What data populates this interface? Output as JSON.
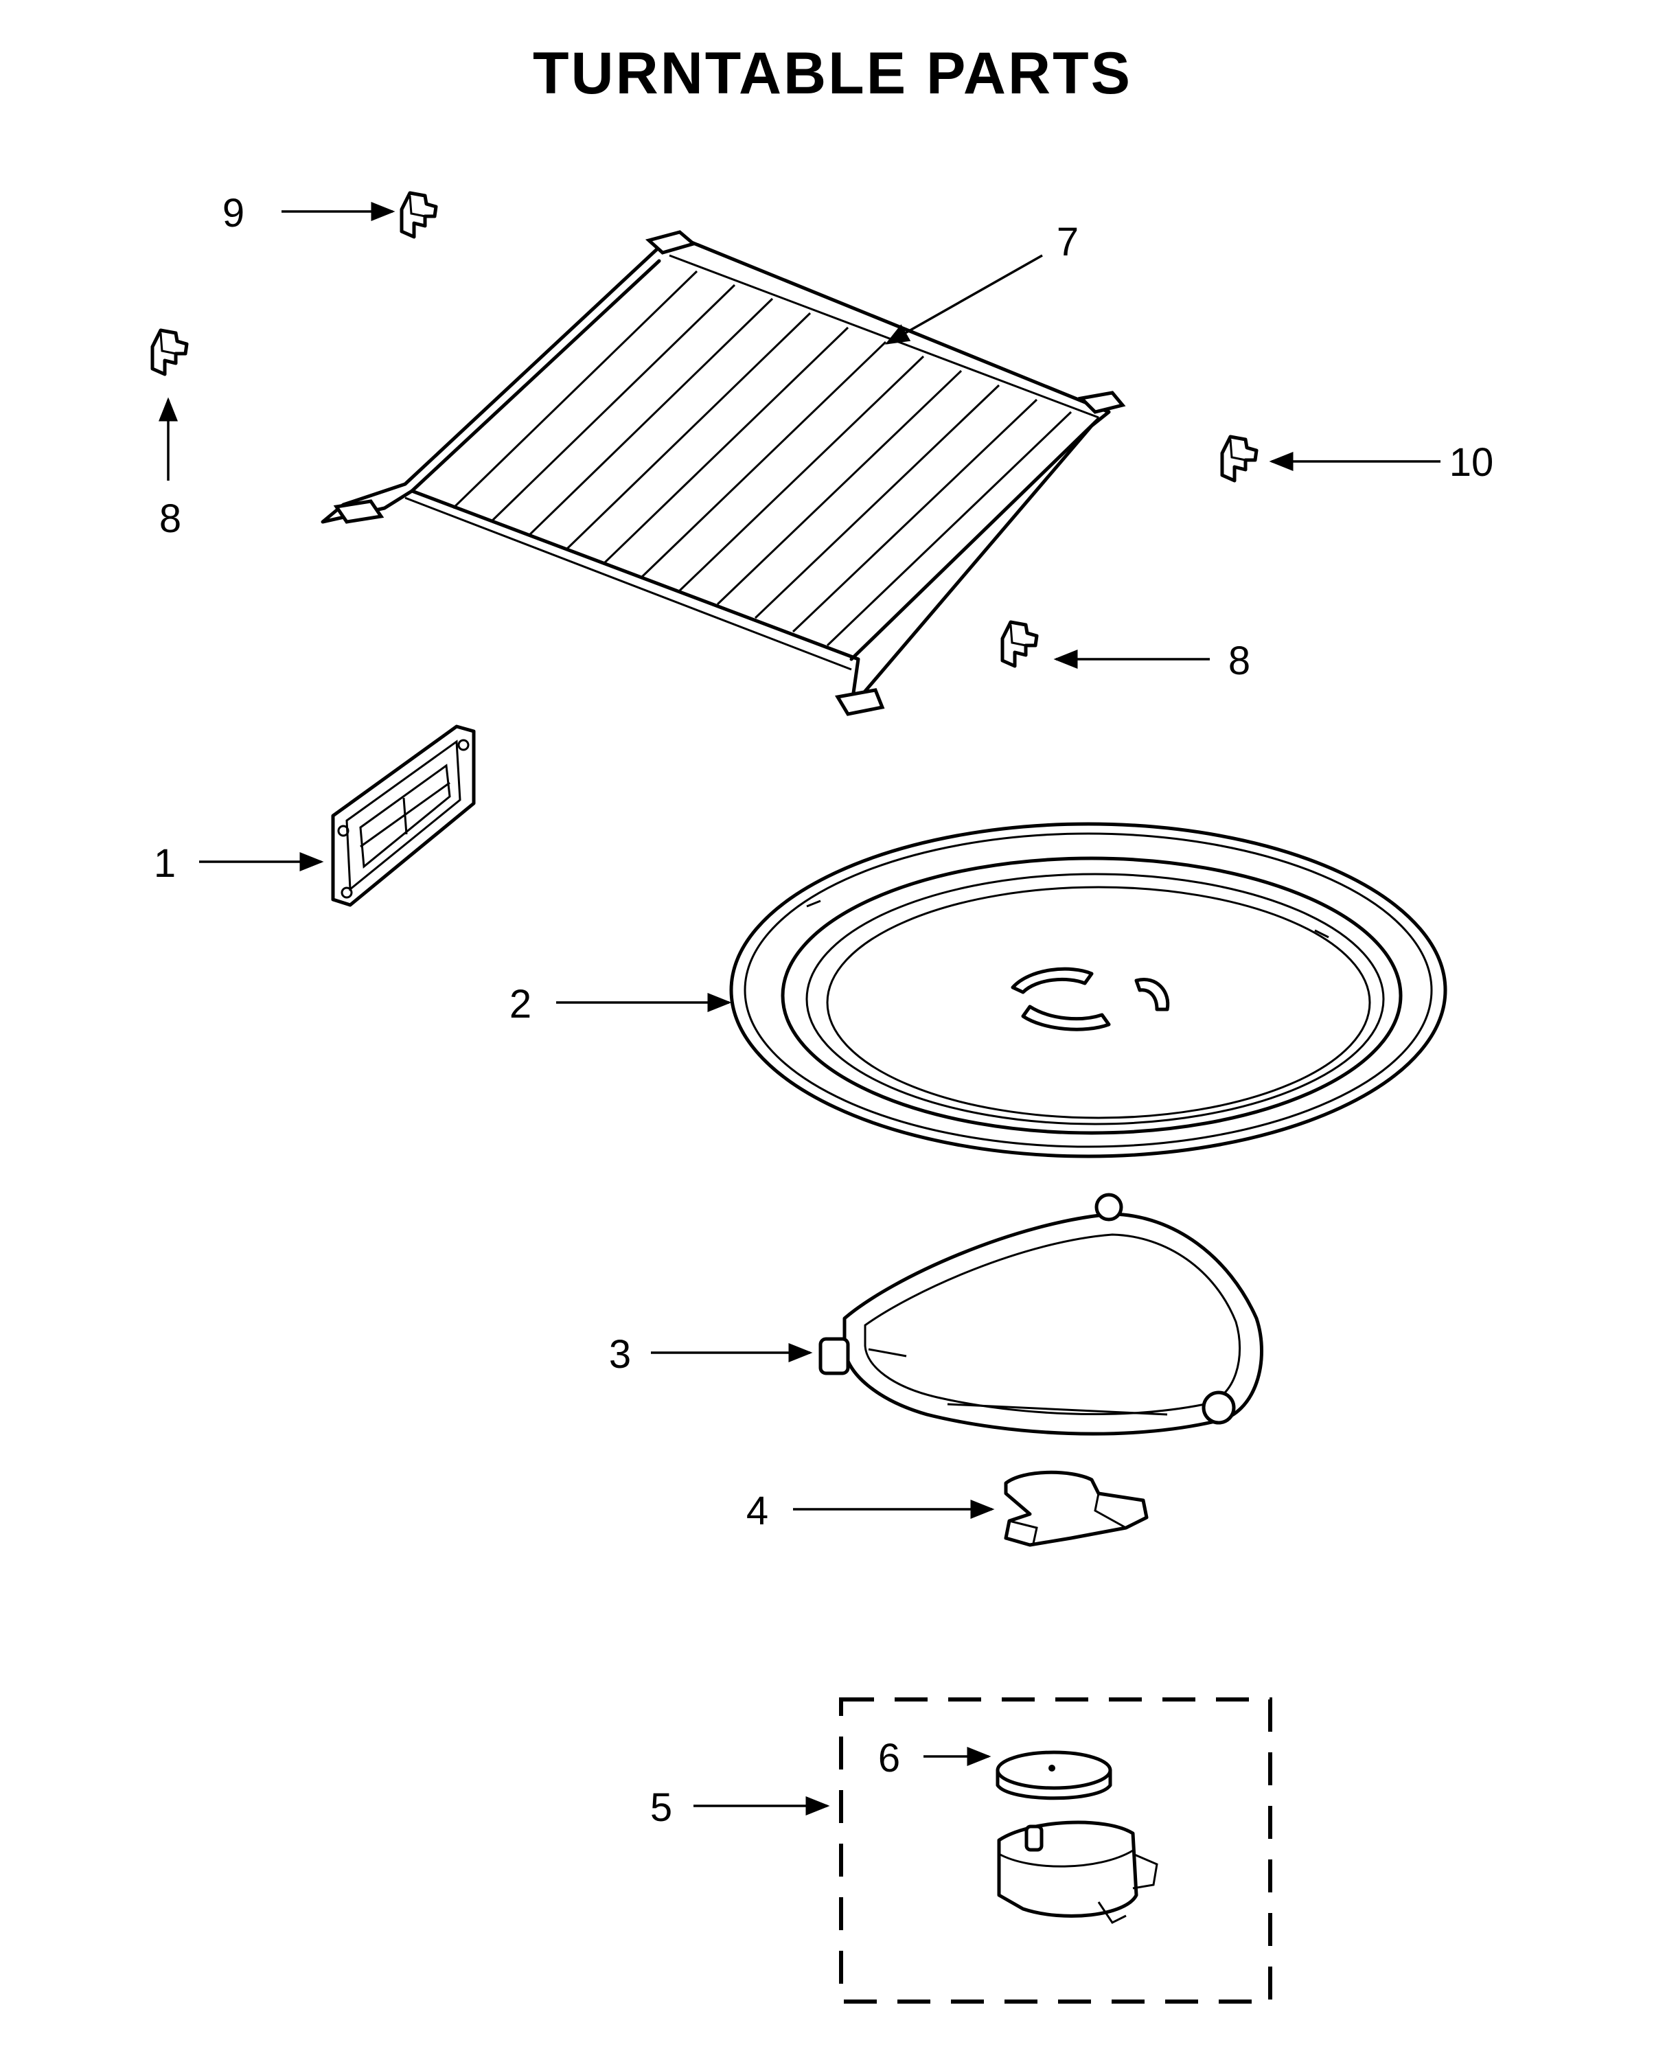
{
  "title": "TURNTABLE PARTS",
  "callouts": [
    {
      "id": "c9",
      "label": "9",
      "part": 9
    },
    {
      "id": "c7",
      "label": "7",
      "part": 7
    },
    {
      "id": "c8a",
      "label": "8",
      "part": 8
    },
    {
      "id": "c10",
      "label": "10",
      "part": 10
    },
    {
      "id": "c8b",
      "label": "8",
      "part": 8
    },
    {
      "id": "c1",
      "label": "1",
      "part": 1
    },
    {
      "id": "c2",
      "label": "2",
      "part": 2
    },
    {
      "id": "c3",
      "label": "3",
      "part": 3
    },
    {
      "id": "c4",
      "label": "4",
      "part": 4
    },
    {
      "id": "c6",
      "label": "6",
      "part": 6
    },
    {
      "id": "c5",
      "label": "5",
      "part": 5
    }
  ]
}
